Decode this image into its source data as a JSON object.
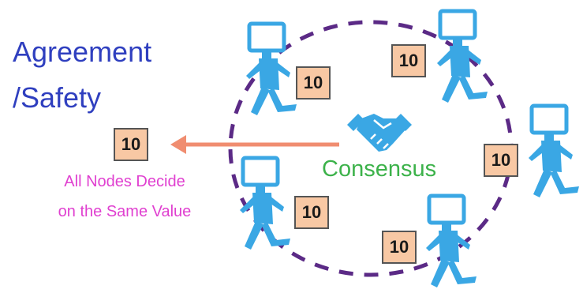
{
  "title": {
    "line1": "Agreement",
    "line2": "/Safety"
  },
  "decided_value": "10",
  "description": {
    "line1": "All Nodes Decide",
    "line2": "on the Same Value"
  },
  "center_label": "Consensus",
  "nodes": [
    {
      "id": "node-1",
      "value": "10"
    },
    {
      "id": "node-2",
      "value": "10"
    },
    {
      "id": "node-3",
      "value": "10"
    },
    {
      "id": "node-4",
      "value": "10"
    },
    {
      "id": "node-5",
      "value": "10"
    }
  ],
  "colors": {
    "title": "#2f3fbf",
    "description": "#e040d0",
    "consensus": "#3cb24a",
    "node": "#3aa7e4",
    "ring": "#5b2a86",
    "arrow": "#f08d70",
    "value_box": "#f8c8a4"
  },
  "icons": [
    "person-with-monitor-head-icon",
    "handshake-icon",
    "arrow-left-icon"
  ]
}
